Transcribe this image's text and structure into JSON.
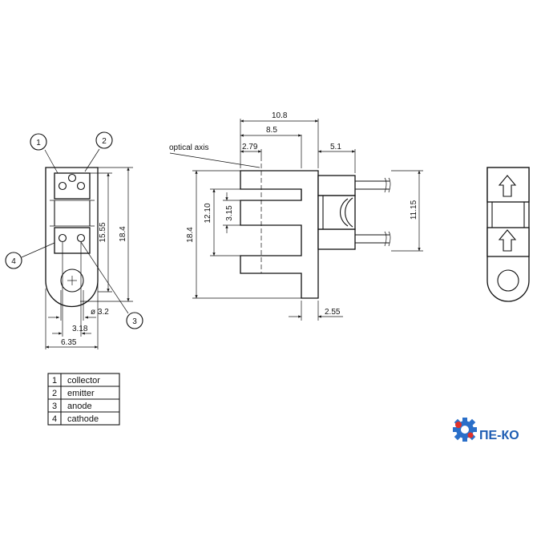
{
  "pin_callouts": [
    "1",
    "2",
    "3",
    "4"
  ],
  "pin_legend": [
    {
      "num": "1",
      "label": "collector"
    },
    {
      "num": "2",
      "label": "emitter"
    },
    {
      "num": "3",
      "label": "anode"
    },
    {
      "num": "4",
      "label": "cathode"
    }
  ],
  "dimensions": {
    "left_height_outer": "18.4",
    "left_height_inner": "15.55",
    "hole_dia": "ø 3.2",
    "pitch": "3.18",
    "width": "6.35",
    "top_overall": "10.8",
    "top_8_5": "8.5",
    "top_2_79": "2.79",
    "top_5_1": "5.1",
    "side_height": "18.4",
    "slot_12_10": "12.10",
    "slot_3_15": "3.15",
    "lead_span": "11.15",
    "tab_2_55": "2.55"
  },
  "labels": {
    "optical_axis": "optical axis"
  },
  "logo": {
    "text": "ПЕ-КО",
    "gear_color": "#2a6fc9",
    "dot_color": "#e0312b",
    "text_color": "#1e5db3"
  },
  "icons": {
    "arrow": "up-arrow-icon",
    "gear": "gear-icon"
  }
}
